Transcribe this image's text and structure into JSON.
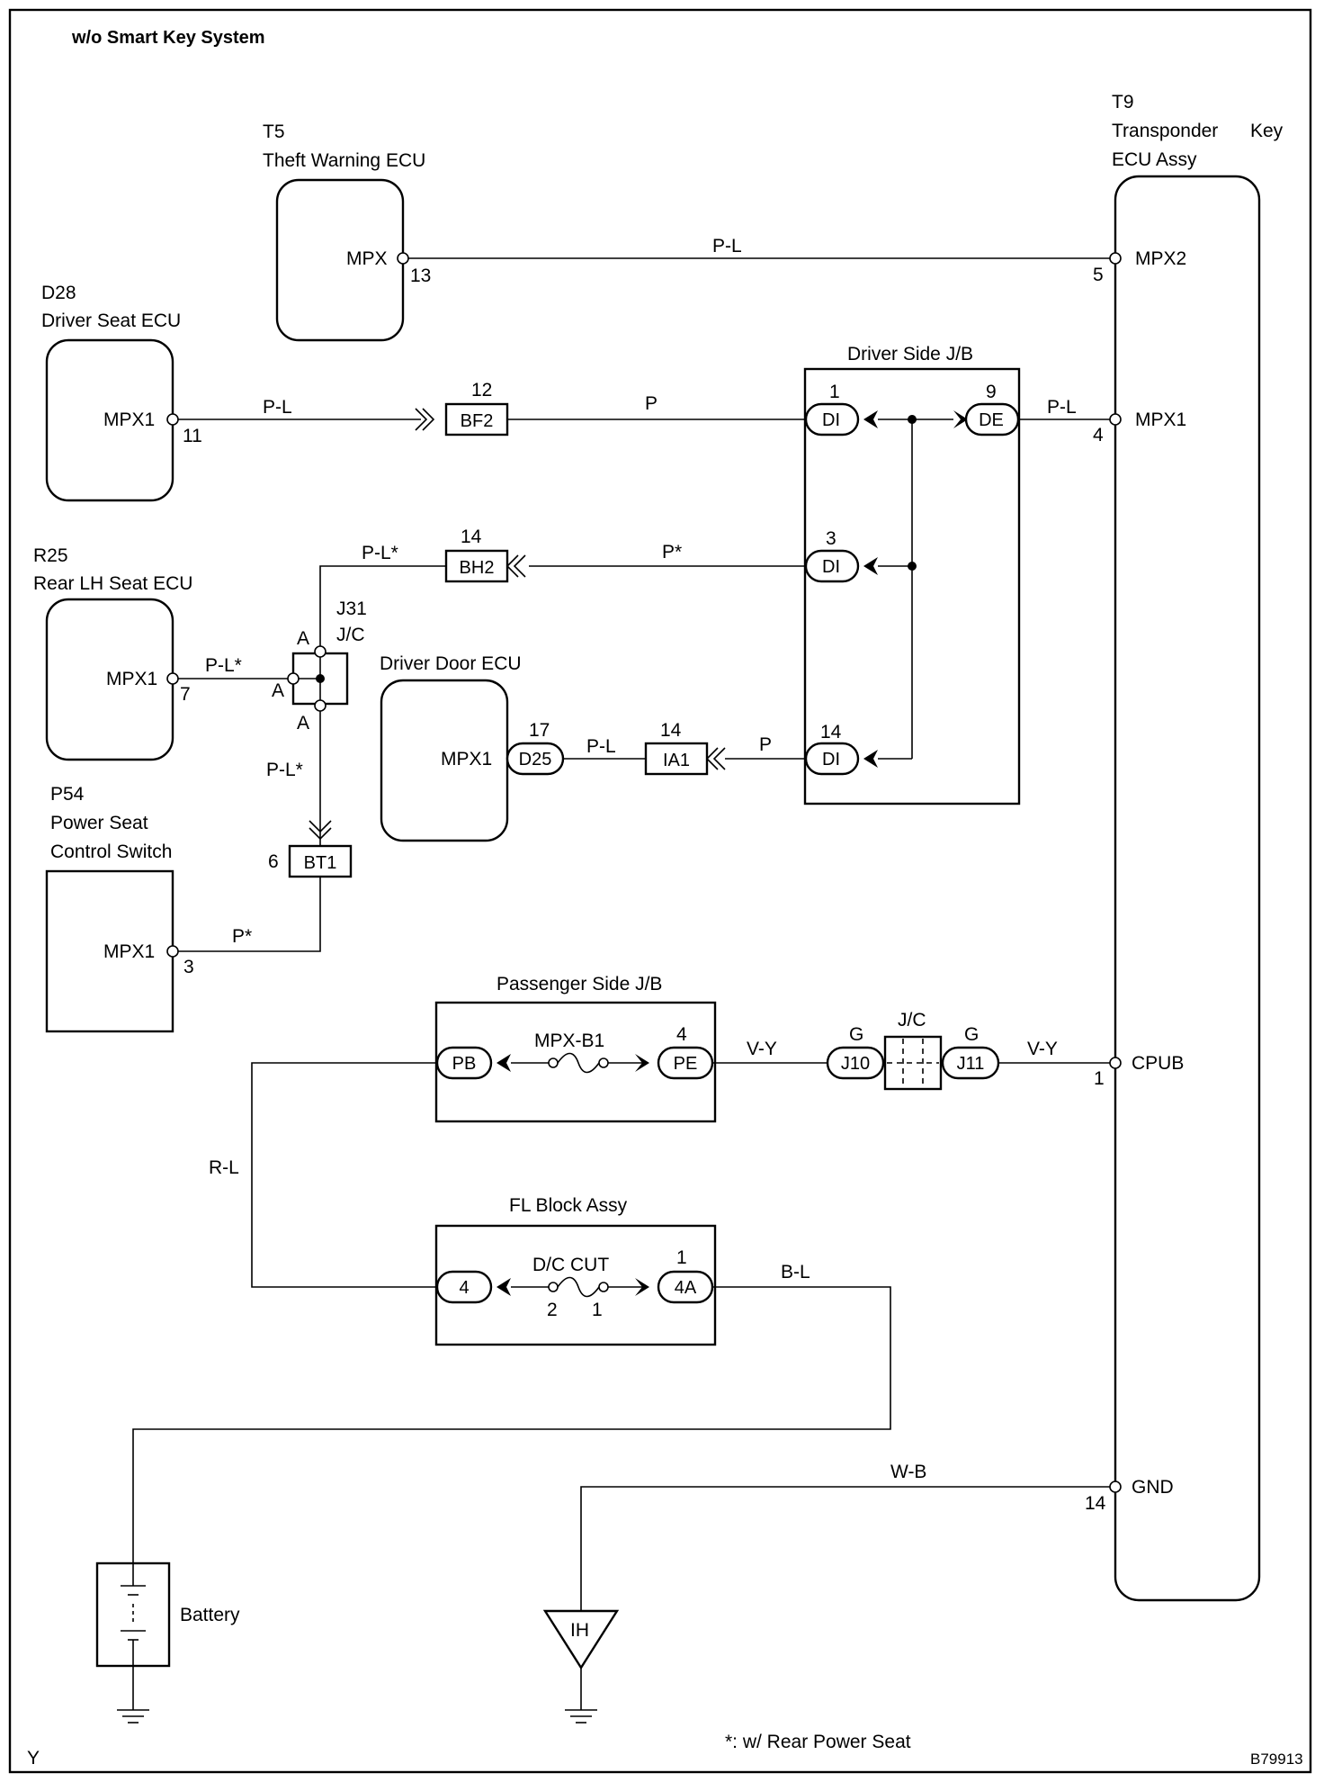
{
  "title": "w/o Smart Key System",
  "page_code": "Y",
  "figure_code": "B79913",
  "footnote": "*: w/ Rear Power Seat",
  "components": {
    "t9": {
      "code": "T9",
      "name_line1": "Transponder",
      "name_word2": "Key",
      "name_line2": "ECU Assy",
      "terminals": {
        "mpx2": "MPX2",
        "mpx1": "MPX1",
        "cpub": "CPUB",
        "gnd": "GND"
      },
      "pins": {
        "mpx2": "5",
        "mpx1": "4",
        "cpub": "1",
        "gnd": "14"
      }
    },
    "t5": {
      "code": "T5",
      "name": "Theft Warning ECU",
      "terminal": "MPX",
      "pin": "13"
    },
    "d28": {
      "code": "D28",
      "name": "Driver Seat ECU",
      "terminal": "MPX1",
      "pin": "11"
    },
    "r25": {
      "code": "R25",
      "name": "Rear LH Seat ECU",
      "terminal": "MPX1",
      "pin": "7"
    },
    "p54": {
      "code": "P54",
      "name_line1": "Power Seat",
      "name_line2": "Control Switch",
      "terminal": "MPX1",
      "pin": "3"
    },
    "driver_door_ecu": {
      "name": "Driver Door ECU",
      "terminal": "MPX1"
    },
    "driver_side_jb": {
      "name": "Driver Side J/B"
    },
    "passenger_side_jb": {
      "name": "Passenger Side J/B",
      "fuse": "MPX-B1"
    },
    "fl_block": {
      "name": "FL Block Assy",
      "fuse": "D/C CUT",
      "pin_left": "2",
      "pin_right": "1"
    },
    "j31": {
      "code": "J31",
      "name": "J/C",
      "pin_label": "A"
    },
    "jc": {
      "name": "J/C"
    },
    "battery": {
      "name": "Battery"
    },
    "ground": {
      "name": "IH"
    }
  },
  "connectors": {
    "bf2": {
      "label": "BF2",
      "pin": "12"
    },
    "bh2": {
      "label": "BH2",
      "pin": "14"
    },
    "ia1": {
      "label": "IA1",
      "pin": "14"
    },
    "bt1": {
      "label": "BT1",
      "pin": "6"
    },
    "di_1": {
      "label": "DI",
      "pin": "1"
    },
    "di_3": {
      "label": "DI",
      "pin": "3"
    },
    "di_14": {
      "label": "DI",
      "pin": "14"
    },
    "de": {
      "label": "DE",
      "pin": "9"
    },
    "d25": {
      "label": "D25",
      "pin": "17"
    },
    "pb": {
      "label": "PB"
    },
    "pe": {
      "label": "PE",
      "pin": "4"
    },
    "j10": {
      "label": "J10",
      "pin": "G"
    },
    "j11": {
      "label": "J11",
      "pin": "G"
    },
    "fl_4": {
      "label": "4"
    },
    "fl_4a": {
      "label": "4A",
      "pin": "1"
    }
  },
  "wires": {
    "t5_t9": "P-L",
    "d28_bf2": "P-L",
    "bf2_di": "P",
    "de_t9": "P-L",
    "j31_bh2": "P-L*",
    "bh2_di": "P*",
    "r25_j31": "P-L*",
    "j31_bt1": "P-L*",
    "bt1_p54": "P*",
    "d25_ia1": "P-L",
    "ia1_di": "P",
    "pe_j10": "V-Y",
    "j11_t9": "V-Y",
    "pb_fl": "R-L",
    "fl_battery": "B-L",
    "gnd_wire": "W-B"
  }
}
